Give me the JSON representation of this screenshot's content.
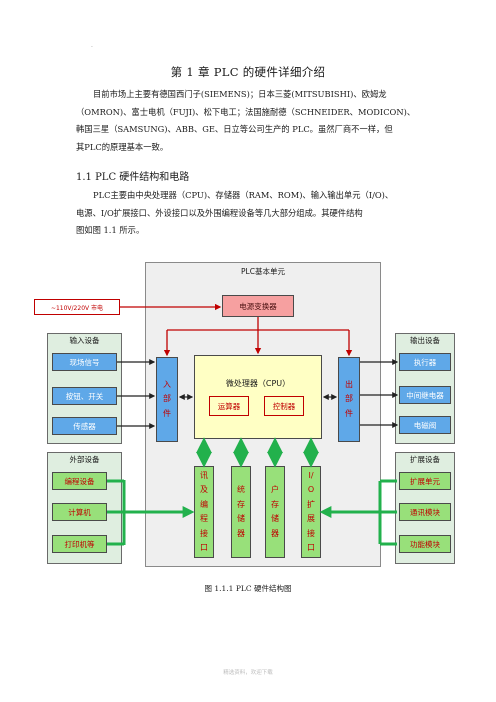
{
  "header_dot": ".",
  "title": "第 1 章  PLC 的硬件详细介绍",
  "intro_lines": [
    "目前市场上主要有德国西门子(SIEMENS)；日本三菱(MITSUBISHI)、欧姆龙",
    "（OMRON)、富士电机（FUJI)、松下电工；法国施耐德（SCHNEIDER、MODICON)、",
    "韩国三星（SAMSUNG)、ABB、GE、日立等公司生产的 PLC。虽然厂商不一样，但",
    "其PLC的原理基本一致。"
  ],
  "section_title": "1.1  PLC 硬件结构和电路",
  "section_lines": [
    "PLC主要由中央处理器（CPU)、存储器（RAM、ROM)、输入输出单元（I/O)、",
    "电源、I/O扩展接口、外设接口以及外围编程设备等几大部分组成。其硬件结构",
    "图如图 1.1 所示。"
  ],
  "diagram": {
    "unit_title": "PLC基本单元",
    "power_supply_label": "~110V/220V 市电",
    "power_converter": "电源变换器",
    "input_group": {
      "title": "输入设备",
      "items": [
        "现场信号",
        "按钮、开关",
        "传感器"
      ]
    },
    "input_unit": "入\n部\n件",
    "cpu": {
      "title": "微处理器（CPU）",
      "alu": "运算器",
      "controller": "控制器"
    },
    "output_unit": "出\n部\n件",
    "output_group": {
      "title": "输出设备",
      "items": [
        "执行器",
        "中间继电器",
        "电磁阀"
      ]
    },
    "peripheral_group": {
      "title": "外部设备",
      "items": [
        "编程设备",
        "计算机",
        "打印机等"
      ]
    },
    "bottom_blocks": [
      "讯\n及\n编\n程\n接\n口",
      "统\n存\n储\n器",
      "户\n存\n储\n器",
      "I/\nO\n扩\n展\n接\n口"
    ],
    "expansion_group": {
      "title": "扩展设备",
      "items": [
        "扩展单元",
        "通讯模块",
        "功能模块"
      ]
    },
    "colors": {
      "blue": "#5fa8e8",
      "pink": "#f6a0a0",
      "yellow": "#ffffc4",
      "green": "#98e07a",
      "red": "#c00000",
      "frame_bg": "#efefef",
      "group_bg": "#dfeee0"
    }
  },
  "caption": "图 1.1.1   PLC 硬件结构图",
  "footer": "精选资料，欢迎下载"
}
